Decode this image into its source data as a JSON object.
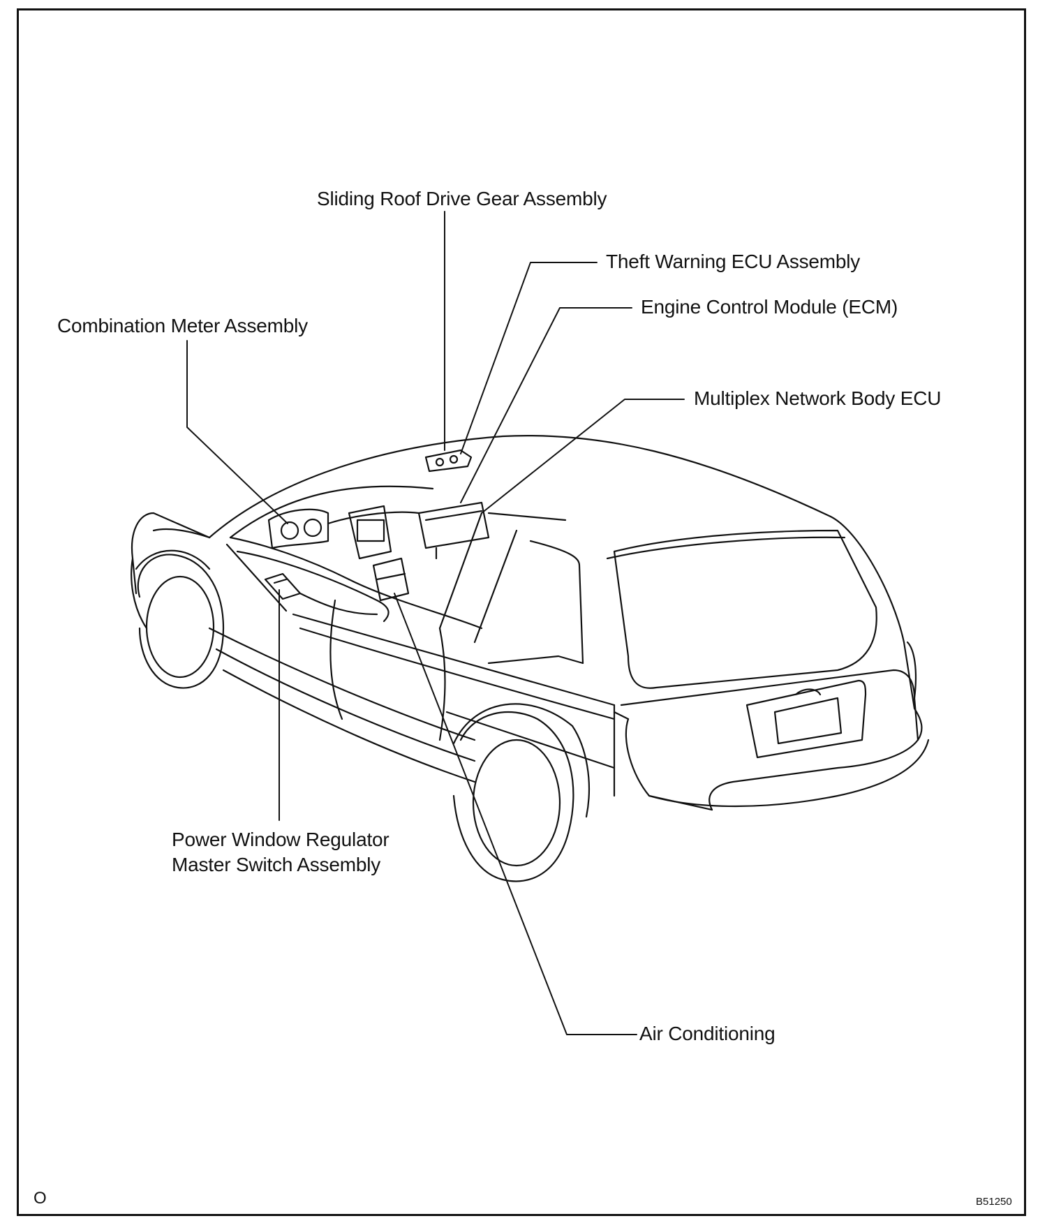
{
  "labels": {
    "sliding_roof": "Sliding Roof Drive Gear Assembly",
    "theft_warning": "Theft Warning ECU Assembly",
    "ecm": "Engine Control Module (ECM)",
    "combination_meter": "Combination Meter Assembly",
    "multiplex": "Multiplex Network Body ECU",
    "power_window_line1": "Power Window Regulator",
    "power_window_line2": "Master Switch Assembly",
    "air_conditioning": "Air Conditioning"
  },
  "footer": {
    "left_mark": "O",
    "figure_code": "B51250"
  }
}
